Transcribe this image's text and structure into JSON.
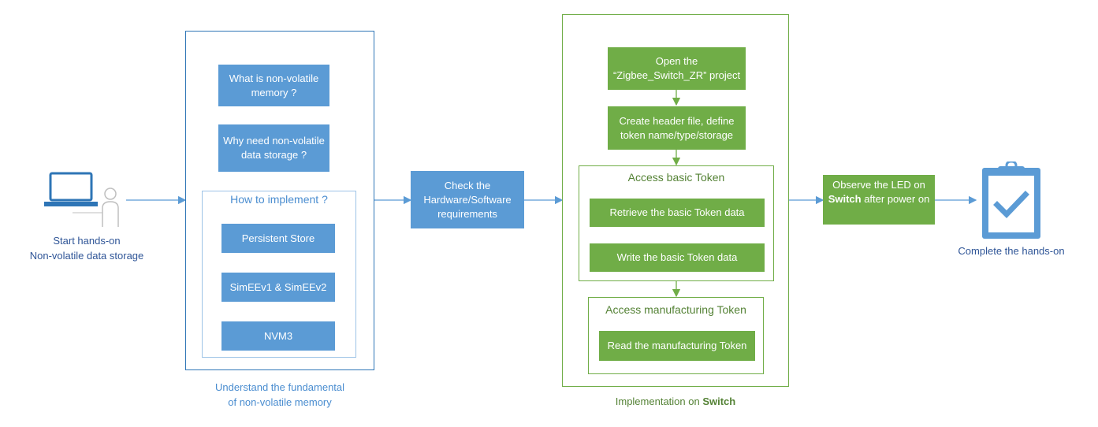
{
  "start": {
    "line1": "Start hands-on",
    "line2": "Non-volatile data storage",
    "icon": "laptop-user-icon"
  },
  "understand": {
    "caption_line1": "Understand the fundamental",
    "caption_line2": "of non-volatile memory",
    "box1": "What is non-volatile memory ?",
    "box2": "Why need non-volatile data storage ?",
    "implement": {
      "title": "How to implement ?",
      "items": [
        "Persistent Store",
        "SimEEv1 & SimEEv2",
        "NVM3"
      ]
    }
  },
  "check": {
    "label": "Check the Hardware/Software requirements"
  },
  "implementation": {
    "caption_prefix": "Implementation on ",
    "caption_bold": "Switch",
    "step1": "Open the “Zigbee_Switch_ZR” project",
    "step2": "Create header file, define token name/type/storage",
    "basic": {
      "title": "Access basic Token",
      "items": [
        "Retrieve the basic Token data",
        "Write  the basic Token data"
      ]
    },
    "manufacturing": {
      "title": "Access manufacturing Token",
      "item": "Read the manufacturing Token"
    }
  },
  "observe": {
    "prefix": "Observe the LED on",
    "bold": "Switch",
    "suffix": " after power on"
  },
  "complete": {
    "label": "Complete the hands-on",
    "icon": "clipboard-check-icon"
  },
  "colors": {
    "blue": "#5b9bd5",
    "dark_blue": "#2e75b6",
    "green": "#70ad47",
    "green_text": "#548235"
  }
}
